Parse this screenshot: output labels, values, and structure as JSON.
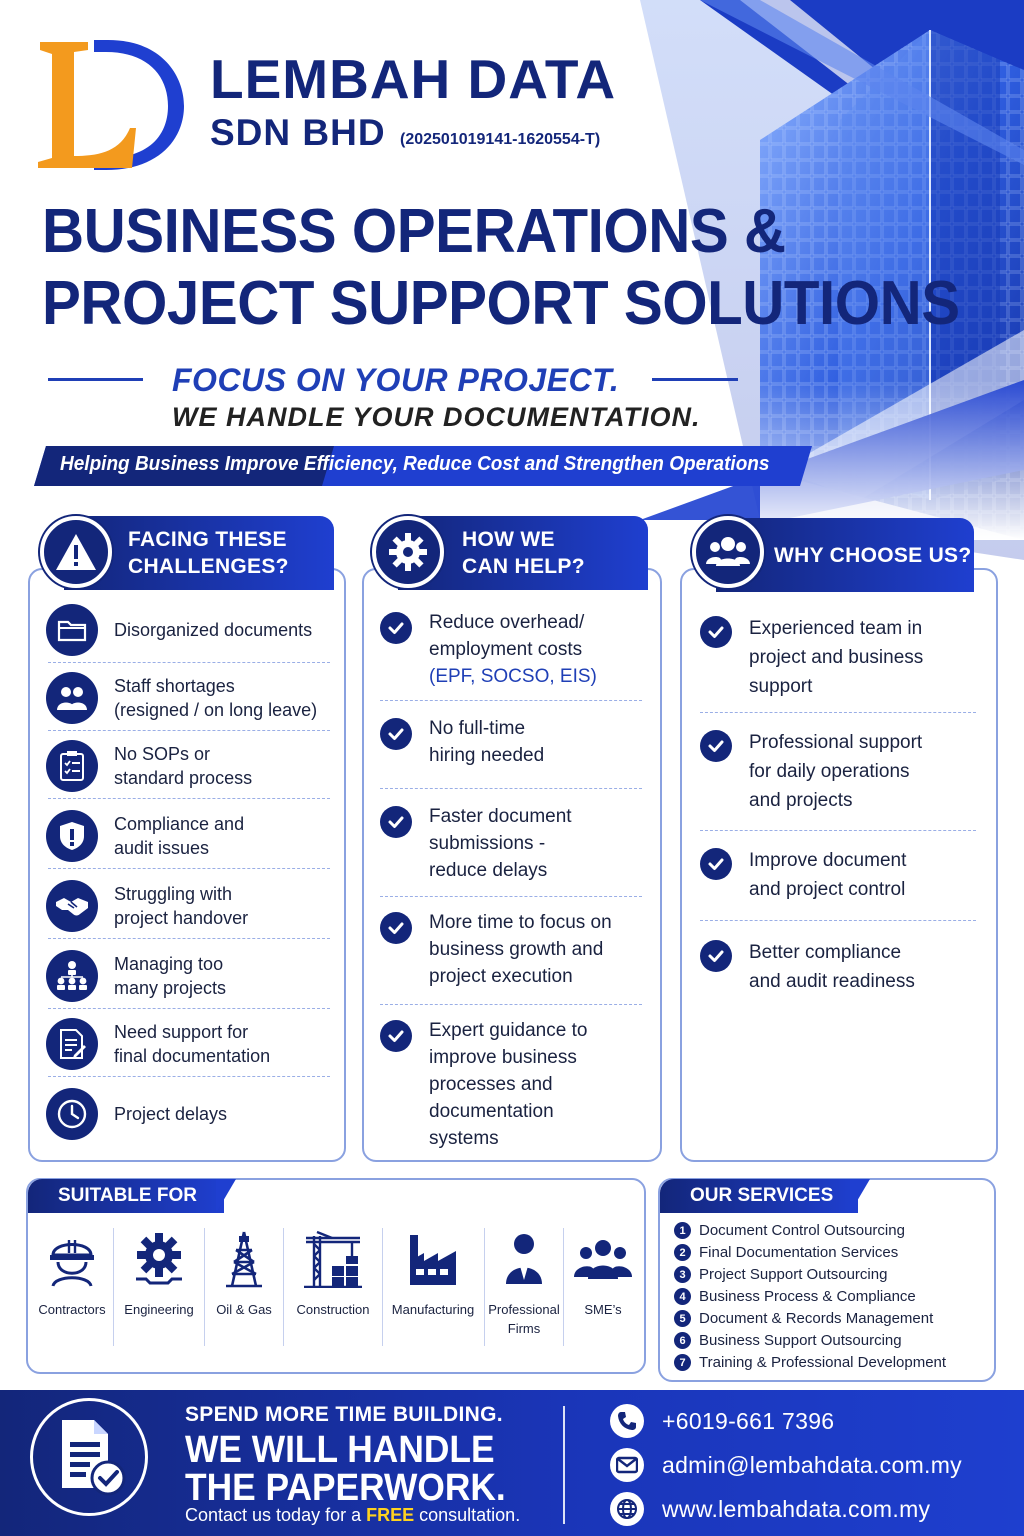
{
  "brand": {
    "logo_letters": "LD",
    "name": "LEMBAH DATA",
    "suffix": "SDN BHD",
    "registration": "(202501019141-1620554-T)"
  },
  "headline": {
    "line1": "BUSINESS OPERATIONS &",
    "line2": "PROJECT SUPPORT SOLUTIONS"
  },
  "tagline": {
    "primary": "FOCUS ON YOUR PROJECT.",
    "secondary": "WE HANDLE YOUR DOCUMENTATION."
  },
  "banner": "Helping Business Improve Efficiency, Reduce Cost and Strengthen Operations",
  "challenges": {
    "title_line1": "FACING THESE",
    "title_line2": "CHALLENGES?",
    "header_icon": "warning-icon",
    "items": [
      {
        "icon": "folder-icon",
        "line1": "Disorganized documents",
        "line2": ""
      },
      {
        "icon": "team-icon",
        "line1": "Staff shortages",
        "line2": "(resigned / on long leave)"
      },
      {
        "icon": "checklist-icon",
        "line1": "No SOPs or",
        "line2": "standard process"
      },
      {
        "icon": "shield-alert-icon",
        "line1": "Compliance and",
        "line2": "audit issues"
      },
      {
        "icon": "handshake-icon",
        "line1": "Struggling with",
        "line2": "project handover"
      },
      {
        "icon": "org-chart-icon",
        "line1": "Managing too",
        "line2": "many projects"
      },
      {
        "icon": "document-sign-icon",
        "line1": "Need support for",
        "line2": "final documentation"
      },
      {
        "icon": "clock-icon",
        "line1": "Project delays",
        "line2": ""
      }
    ]
  },
  "help": {
    "title_line1": "HOW WE",
    "title_line2": "CAN HELP?",
    "header_icon": "gear-icon",
    "items": [
      {
        "lines": [
          "Reduce overhead/",
          "employment costs"
        ],
        "highlight": "(EPF, SOCSO, EIS)"
      },
      {
        "lines": [
          "No full-time",
          "hiring needed"
        ],
        "highlight": ""
      },
      {
        "lines": [
          "Faster document",
          "submissions -",
          "reduce delays"
        ],
        "highlight": ""
      },
      {
        "lines": [
          "More time to focus on",
          "business growth and",
          "project execution"
        ],
        "highlight": ""
      },
      {
        "lines": [
          "Expert guidance to",
          "improve business",
          "processes and",
          "documentation",
          "systems"
        ],
        "highlight": ""
      }
    ]
  },
  "why": {
    "title": "WHY CHOOSE US?",
    "header_icon": "group-icon",
    "items": [
      {
        "lines": [
          "Experienced team in",
          "project and business",
          "support"
        ]
      },
      {
        "lines": [
          "Professional support",
          "for daily operations",
          "and projects"
        ]
      },
      {
        "lines": [
          "Improve document",
          "and project control"
        ]
      },
      {
        "lines": [
          "Better compliance",
          "and audit readiness"
        ]
      }
    ]
  },
  "suitable": {
    "title": "SUITABLE FOR",
    "items": [
      {
        "icon": "hard-hat-worker-icon",
        "line1": "Contractors",
        "line2": ""
      },
      {
        "icon": "engineering-gear-icon",
        "line1": "Engineering",
        "line2": ""
      },
      {
        "icon": "oil-rig-icon",
        "line1": "Oil & Gas",
        "line2": ""
      },
      {
        "icon": "crane-icon",
        "line1": "Construction",
        "line2": ""
      },
      {
        "icon": "factory-icon",
        "line1": "Manufacturing",
        "line2": ""
      },
      {
        "icon": "professional-icon",
        "line1": "Professional",
        "line2": "Firms"
      },
      {
        "icon": "sme-group-icon",
        "line1": "SME’s",
        "line2": ""
      }
    ]
  },
  "services": {
    "title": "OUR SERVICES",
    "items": [
      {
        "num": "1",
        "label": "Document Control Outsourcing"
      },
      {
        "num": "2",
        "label": "Final Documentation Services"
      },
      {
        "num": "3",
        "label": "Project Support Outsourcing"
      },
      {
        "num": "4",
        "label": "Business Process & Compliance"
      },
      {
        "num": "5",
        "label": "Document & Records Management"
      },
      {
        "num": "6",
        "label": "Business Support Outsourcing"
      },
      {
        "num": "7",
        "label": "Training & Professional Development"
      }
    ]
  },
  "footer": {
    "icon": "paperwork-check-icon",
    "line1": "SPEND MORE TIME BUILDING.",
    "line2": "WE WILL HANDLE",
    "line3": "THE PAPERWORK.",
    "cta_prefix": "Contact us today for a ",
    "cta_free": "FREE",
    "cta_suffix": " consultation.",
    "phone": "+6019-661 7396",
    "email": "admin@lembahdata.com.my",
    "website": "www.lembahdata.com.my"
  },
  "colors": {
    "navy": "#13267a",
    "blue": "#1f3fd0",
    "accent_orange": "#f39a1e",
    "highlight_yellow": "#ffd21f"
  }
}
